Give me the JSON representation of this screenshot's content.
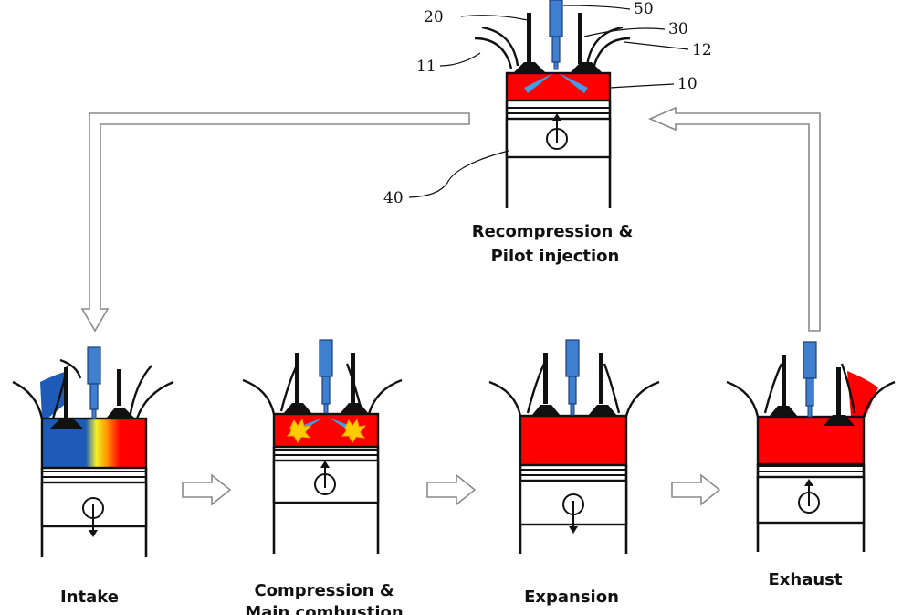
{
  "reference_numerals": {
    "n50": "50",
    "n20": "20",
    "n30": "30",
    "n12": "12",
    "n11": "11",
    "n10": "10",
    "n40": "40"
  },
  "stages": {
    "recompression": {
      "line1": "Recompression &",
      "line2": "Pilot injection"
    },
    "intake": {
      "line1": "Intake"
    },
    "compression": {
      "line1": "Compression &",
      "line2": "Main combustion"
    },
    "expansion": {
      "line1": "Expansion"
    },
    "exhaust": {
      "line1": "Exhaust"
    }
  },
  "colors": {
    "hot_gas": "#ff0000",
    "cool_charge": "#1e5bb8",
    "injector": "#3f7fd0",
    "spray": "#3aa0e8",
    "flame": "#ffcc00",
    "flow_arrow": "#8a8a8a"
  },
  "icons": {
    "up": "piston-up-arrow-icon",
    "down": "piston-down-arrow-icon"
  }
}
